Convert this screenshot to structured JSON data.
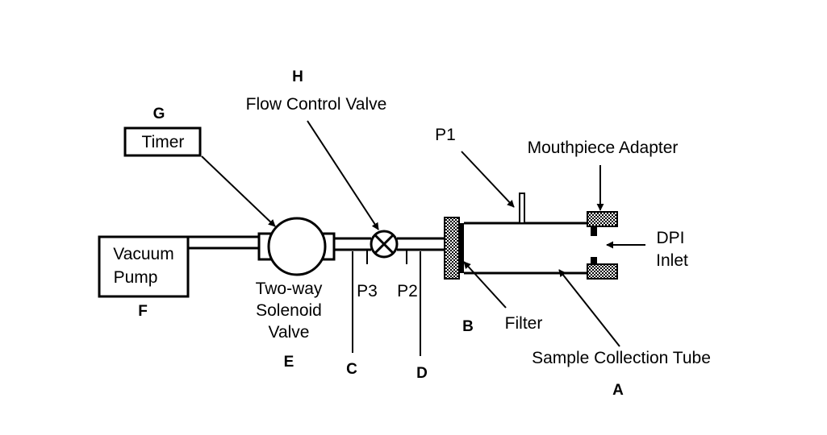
{
  "letters": {
    "a": "A",
    "b": "B",
    "c": "C",
    "d": "D",
    "e": "E",
    "f": "F",
    "g": "G",
    "h": "H"
  },
  "labels": {
    "flow_control_valve": "Flow Control Valve",
    "timer": "Timer",
    "vacuum": "Vacuum",
    "pump": "Pump",
    "two_way": "Two-way",
    "solenoid": "Solenoid",
    "valve": "Valve",
    "p1": "P1",
    "p2": "P2",
    "p3": "P3",
    "mouthpiece_adapter": "Mouthpiece Adapter",
    "dpi": "DPI",
    "inlet": "Inlet",
    "filter": "Filter",
    "sample_collection_tube": "Sample Collection Tube"
  },
  "colors": {
    "ink": "#000000",
    "background": "#ffffff"
  }
}
